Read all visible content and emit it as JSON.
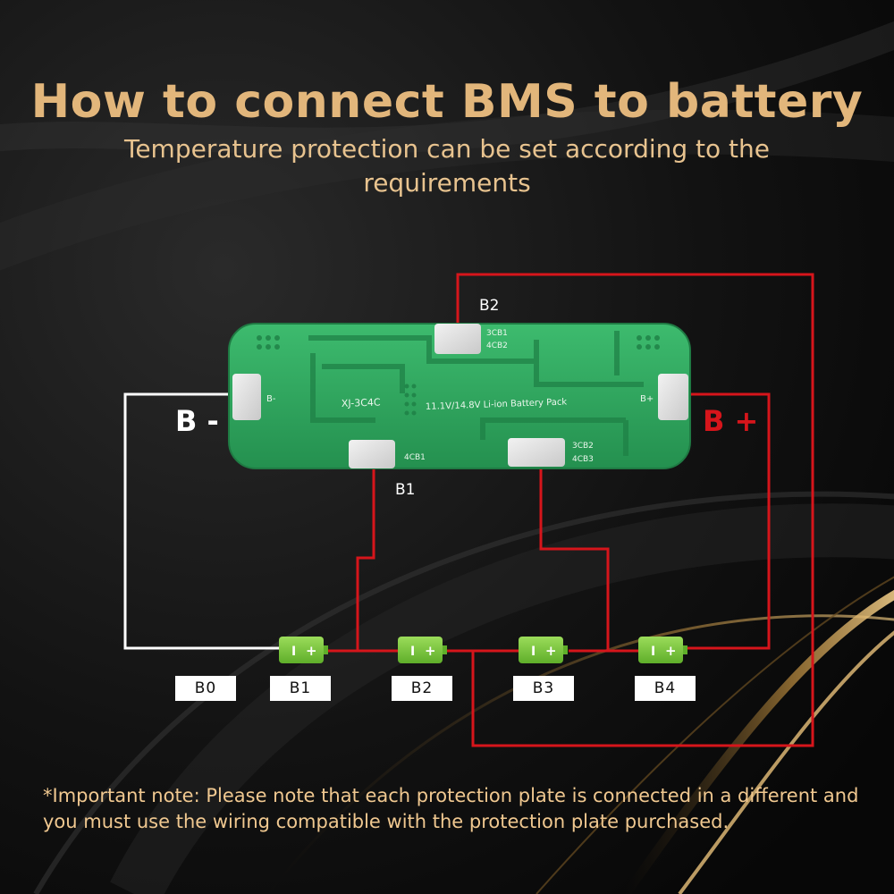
{
  "title": "How to connect BMS to battery",
  "subtitle": "Temperature protection can be set according to the requirements",
  "note": "*Important note: Please note that each protection plate is connected in a different and you must use the wiring compatible with the protection plate purchased.",
  "terminals": {
    "negative": "B -",
    "positive": "B +"
  },
  "wire_labels": {
    "b2": "B2",
    "b1": "B1"
  },
  "board": {
    "model": "XJ-3C4C",
    "description": "11.1V/14.8V Li-ion Battery Pack",
    "pad_bminus": "B-",
    "pad_bplus": "B+",
    "pad_top_upper": "3CB1",
    "pad_top_lower": "4CB2",
    "pad_bottom_left": "4CB1",
    "pad_bottom_right_upper": "3CB2",
    "pad_bottom_right_lower": "4CB3"
  },
  "battery_tags": [
    "B0",
    "B1",
    "B2",
    "B3",
    "B4"
  ],
  "battery_symbols": {
    "minus": "I",
    "plus": "+"
  },
  "colors": {
    "accent": "#e2b67b",
    "wire_red": "#d6151b",
    "wire_white": "#ffffff",
    "pcb": "#2fa15e",
    "battery": "#7cc63d"
  }
}
